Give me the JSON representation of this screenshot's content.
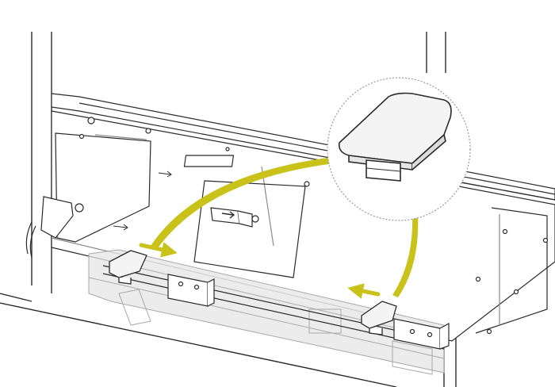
{
  "figure": {
    "kind": "assembly-instruction-illustration",
    "colors": {
      "line": "#2b2b2b",
      "light_line": "#8a8a8a",
      "ghost_fill": "#e6e6e6",
      "ghost_stroke": "#a9a9a9",
      "arrow": "#c8c21a",
      "cap_fill": "#f4f4f4",
      "callout_stroke": "#9a9a9a"
    },
    "icons": {
      "movement_arrow": "arrow-right",
      "cap": "end-cap-icon",
      "callout": "magnifier-callout"
    },
    "labels": []
  }
}
